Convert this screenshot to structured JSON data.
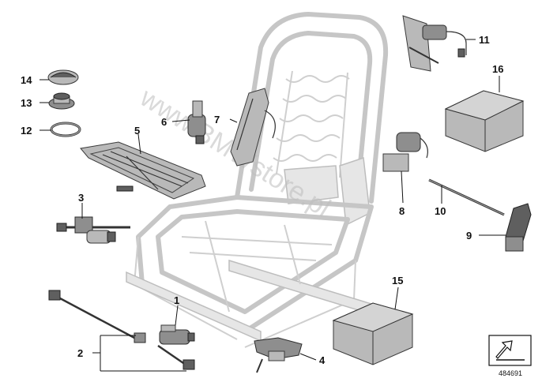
{
  "callouts": {
    "c1": "1",
    "c2": "2",
    "c3": "3",
    "c4": "4",
    "c5": "5",
    "c6": "6",
    "c7": "7",
    "c8": "8",
    "c9": "9",
    "c10": "10",
    "c11": "11",
    "c12": "12",
    "c13": "13",
    "c14": "14",
    "c15": "15",
    "c16": "16"
  },
  "watermark": "www.BMWstore.pl",
  "reference_number": "484691",
  "icons": {
    "arrow": "view-direction-arrow-icon"
  }
}
